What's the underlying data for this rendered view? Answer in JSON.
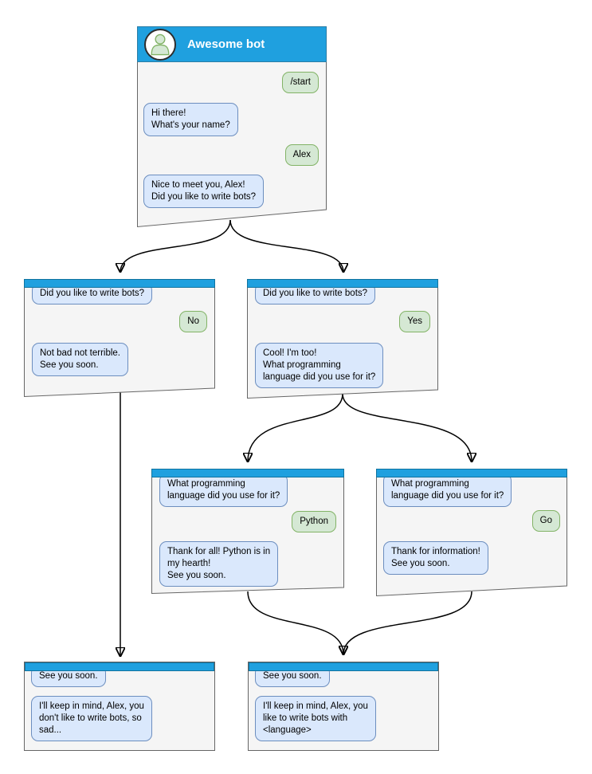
{
  "diagram": {
    "type": "chat-bot-flowchart",
    "colors": {
      "header_blue": "#1FA0DF",
      "window_bg": "#F5F5F5",
      "window_border": "#666666",
      "bot_bubble_fill": "#DAE8FC",
      "bot_bubble_border": "#6C8EBF",
      "user_bubble_fill": "#D5E8D4",
      "user_bubble_border": "#82B366"
    },
    "edges": [
      {
        "from": "start",
        "to": "no_branch"
      },
      {
        "from": "start",
        "to": "yes_branch"
      },
      {
        "from": "no_branch",
        "to": "end_no"
      },
      {
        "from": "yes_branch",
        "to": "python"
      },
      {
        "from": "yes_branch",
        "to": "go"
      },
      {
        "from": "python",
        "to": "end_yes"
      },
      {
        "from": "go",
        "to": "end_yes"
      }
    ]
  },
  "windows": {
    "start": {
      "title": "Awesome bot",
      "avatar": "person-icon",
      "messages": [
        {
          "from": "user",
          "text": "/start"
        },
        {
          "from": "bot",
          "text": "Hi there!\nWhat's your name?"
        },
        {
          "from": "user",
          "text": "Alex"
        },
        {
          "from": "bot",
          "text": "Nice to meet you, Alex!\nDid you like to write bots?"
        }
      ]
    },
    "no_branch": {
      "messages": [
        {
          "from": "bot",
          "text": "Did you like to write bots?"
        },
        {
          "from": "user",
          "text": "No"
        },
        {
          "from": "bot",
          "text": "Not bad not terrible.\nSee you soon."
        }
      ]
    },
    "yes_branch": {
      "messages": [
        {
          "from": "bot",
          "text": "Did you like to write bots?"
        },
        {
          "from": "user",
          "text": "Yes"
        },
        {
          "from": "bot",
          "text": "Cool! I'm too!\nWhat programming\nlanguage did you use for it?"
        }
      ]
    },
    "python": {
      "messages": [
        {
          "from": "bot",
          "text": "What programming\nlanguage did you use for it?"
        },
        {
          "from": "user",
          "text": "Python"
        },
        {
          "from": "bot",
          "text": "Thank for all! Python is in\nmy hearth!\nSee you soon."
        }
      ]
    },
    "go": {
      "messages": [
        {
          "from": "bot",
          "text": "What programming\nlanguage did you use for it?"
        },
        {
          "from": "user",
          "text": "Go"
        },
        {
          "from": "bot",
          "text": "Thank for information!\nSee you soon."
        }
      ]
    },
    "end_no": {
      "messages": [
        {
          "from": "bot",
          "text": "See you soon."
        },
        {
          "from": "bot",
          "text": "I'll keep in mind, Alex, you\ndon't like to write bots, so\nsad..."
        }
      ]
    },
    "end_yes": {
      "messages": [
        {
          "from": "bot",
          "text": "See you soon."
        },
        {
          "from": "bot",
          "text": "I'll keep in mind, Alex, you\nlike to write bots with\n<language>"
        }
      ]
    }
  }
}
